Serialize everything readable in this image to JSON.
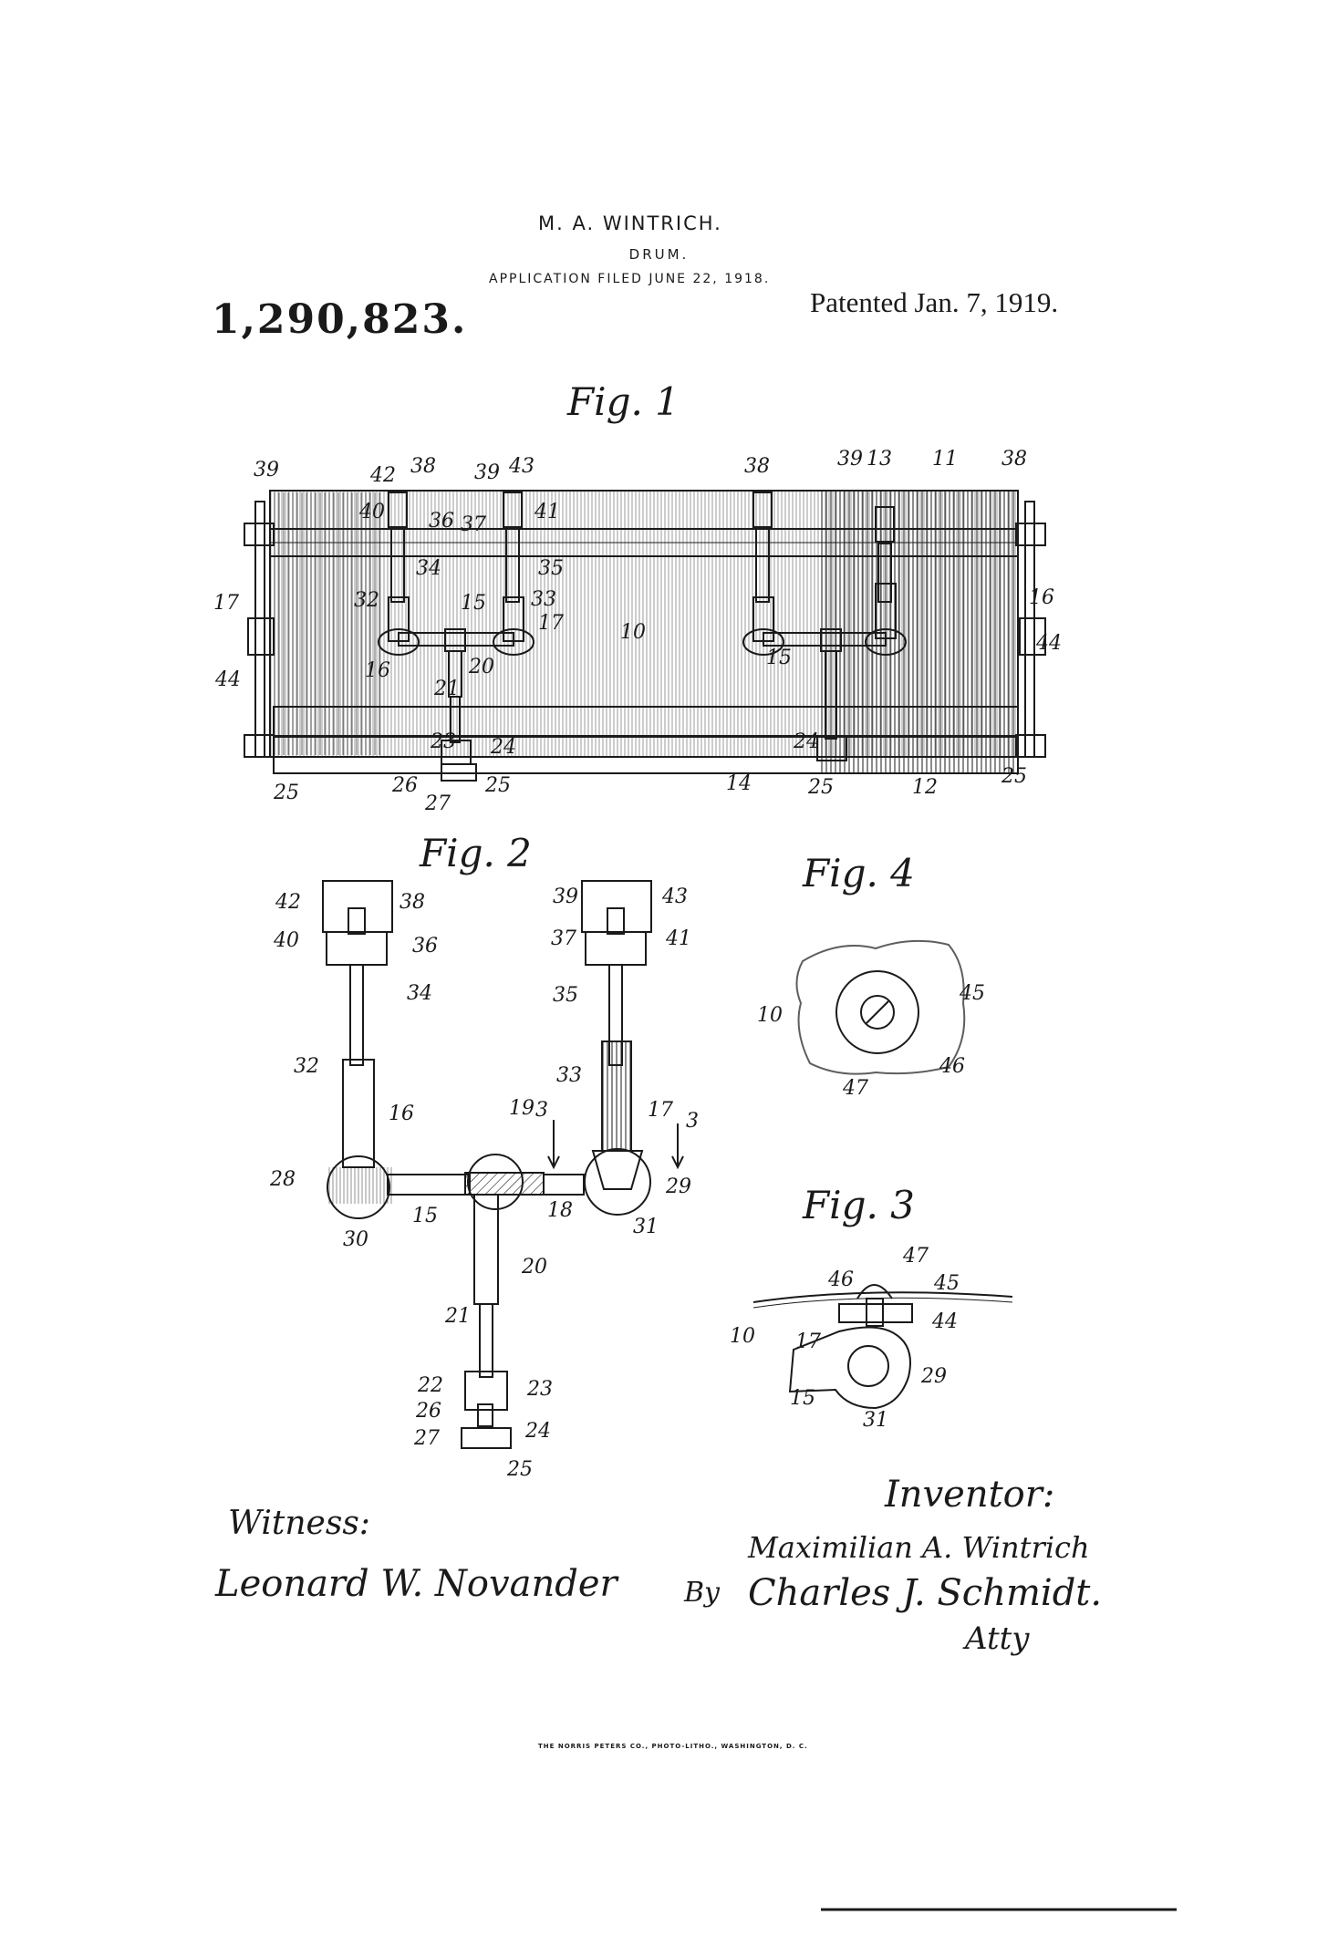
{
  "header": {
    "inventor": "M. A. WINTRICH.",
    "title": "DRUM.",
    "application": "APPLICATION FILED JUNE 22, 1918.",
    "patent_number": "1,290,823.",
    "patented": "Patented Jan. 7, 1919."
  },
  "figures": {
    "fig1": {
      "label": "Fig. 1",
      "refs": [
        "39",
        "42",
        "38",
        "39",
        "43",
        "40",
        "36",
        "37",
        "41",
        "38",
        "39",
        "13",
        "11",
        "38",
        "34",
        "35",
        "17",
        "32",
        "15",
        "33",
        "17",
        "16",
        "10",
        "44",
        "16",
        "20",
        "21",
        "15",
        "44",
        "23",
        "24",
        "24",
        "26",
        "27",
        "25",
        "14",
        "25",
        "12",
        "25",
        "25"
      ]
    },
    "fig2": {
      "label": "Fig. 2",
      "refs": [
        "42",
        "38",
        "40",
        "36",
        "34",
        "32",
        "16",
        "28",
        "30",
        "15",
        "19",
        "18",
        "20",
        "21",
        "22",
        "23",
        "26",
        "24",
        "27",
        "25",
        "39",
        "43",
        "37",
        "41",
        "35",
        "33",
        "17",
        "3",
        "3",
        "29",
        "31"
      ]
    },
    "fig3": {
      "label": "Fig. 3",
      "refs": [
        "46",
        "47",
        "45",
        "44",
        "10",
        "17",
        "15",
        "29",
        "31"
      ]
    },
    "fig4": {
      "label": "Fig. 4",
      "refs": [
        "10",
        "45",
        "46",
        "47"
      ]
    }
  },
  "signatures": {
    "witness_label": "Witness:",
    "witness_name": "Leonard W. Novander",
    "inventor_label": "Inventor:",
    "inventor_name": "Maximilian A. Wintrich",
    "by": "By",
    "attorney": "Charles J. Schmidt.",
    "atty": "Atty"
  },
  "printer": "THE NORRIS PETERS CO., PHOTO-LITHO., WASHINGTON, D. C."
}
